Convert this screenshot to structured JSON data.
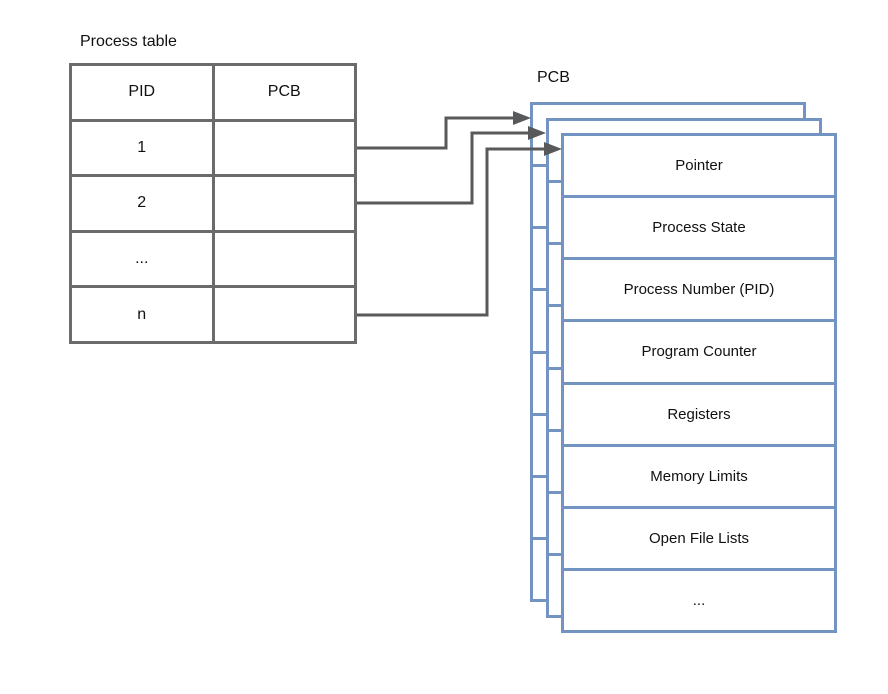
{
  "process_table": {
    "title": "Process table",
    "columns": [
      "PID",
      "PCB"
    ],
    "rows": [
      "1",
      "2",
      "...",
      "n"
    ]
  },
  "pcb_stack": {
    "title": "PCB",
    "stack_count": 3,
    "fields": [
      "Pointer",
      "Process State",
      "Process Number (PID)",
      "Program Counter",
      "Registers",
      "Memory Limits",
      "Open File Lists",
      "..."
    ]
  },
  "colors": {
    "pcb_border": "#7393c3",
    "table_border": "#6b6b6b",
    "arrow": "#58595b",
    "text": "#111111",
    "background": "#ffffff"
  }
}
